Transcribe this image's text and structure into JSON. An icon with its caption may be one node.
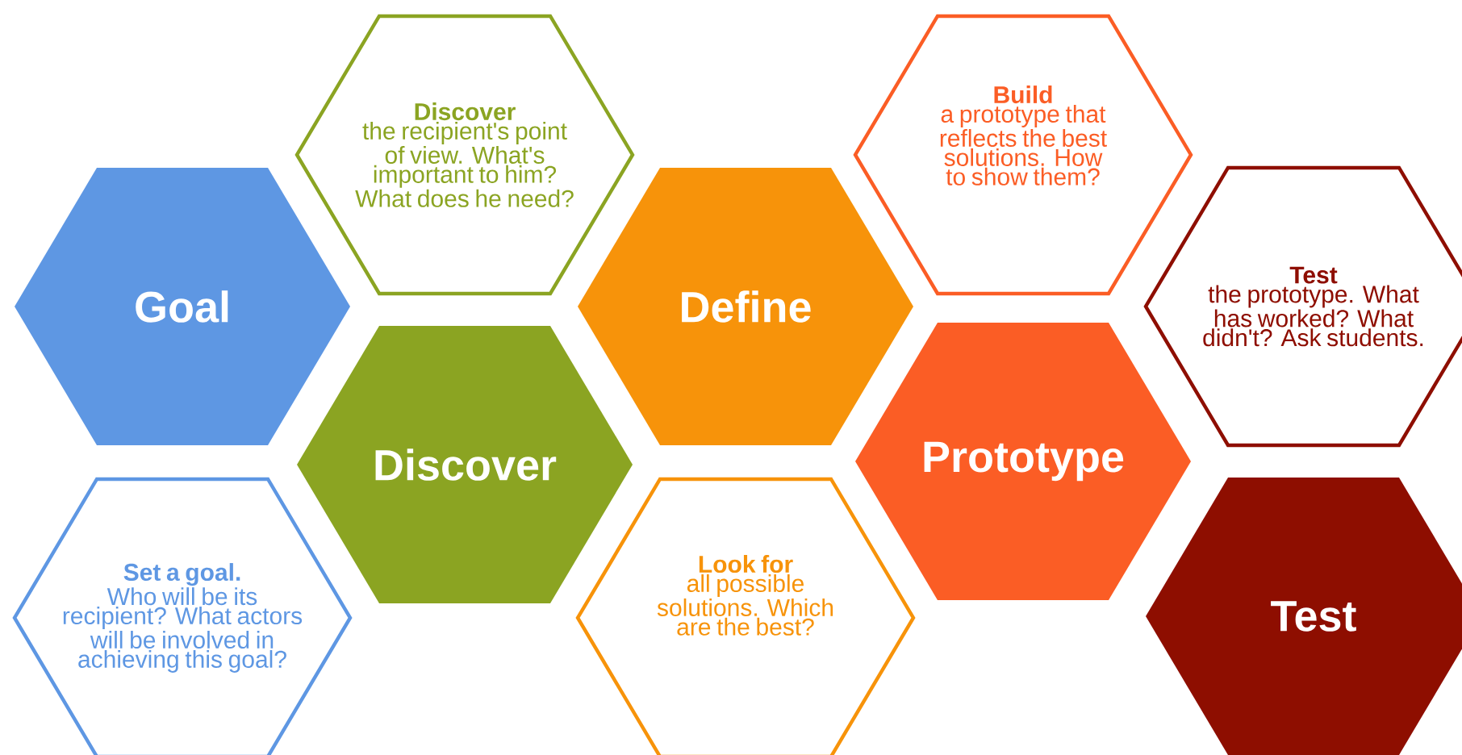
{
  "diagram": {
    "nodes": [
      {
        "text": [
          "Goal"
        ]
      },
      {
        "text": [
          "Set a goal.",
          "Who will be its recipient? What actors will be involved in achieving this goal?"
        ]
      },
      {
        "text": [
          "Discover",
          "the recipient's point of view. What's important to him? What does he need?"
        ]
      },
      {
        "text": [
          "Discover"
        ]
      },
      {
        "text": [
          "Define"
        ]
      },
      {
        "text": [
          "Look for",
          "all possible solutions. Which are the best?"
        ]
      },
      {
        "text": [
          "Build",
          "a prototype that reflects the best solutions. How to show them?"
        ]
      },
      {
        "text": [
          "Prototype"
        ]
      },
      {
        "text": [
          "Test",
          "the prototype. What has worked? What didn't? Ask students."
        ]
      },
      {
        "text": [
          "Test"
        ]
      }
    ]
  }
}
